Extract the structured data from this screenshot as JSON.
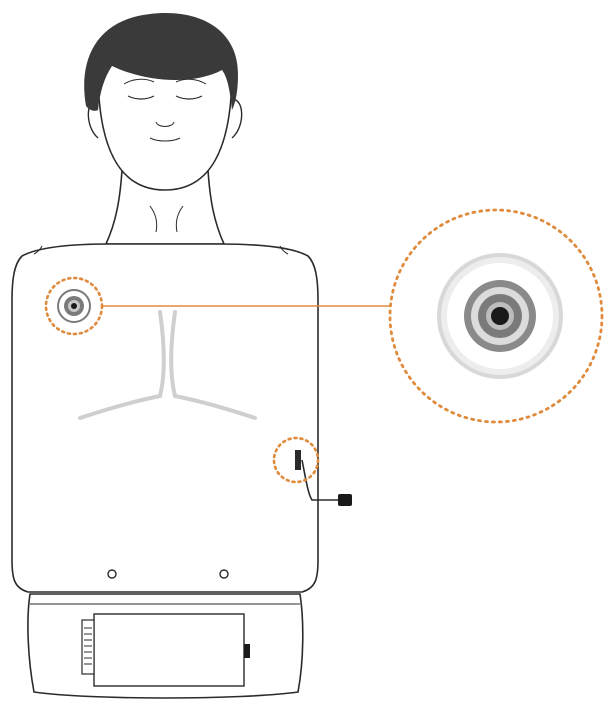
{
  "diagram": {
    "subject": "cpr-training-manikin-torso",
    "colors": {
      "outline": "#2b2b2b",
      "hair": "#3a3a3a",
      "highlight": "#e08a3c",
      "skin_fill": "#ffffff",
      "chest_shading": "#cfcfcf",
      "connector_dark": "#1a1a1a",
      "connector_mid": "#7a7a7a",
      "connector_light": "#c8c8c8"
    },
    "callouts": [
      {
        "name": "shoulder-port",
        "magnified": true
      },
      {
        "name": "side-port",
        "magnified": false
      }
    ]
  }
}
